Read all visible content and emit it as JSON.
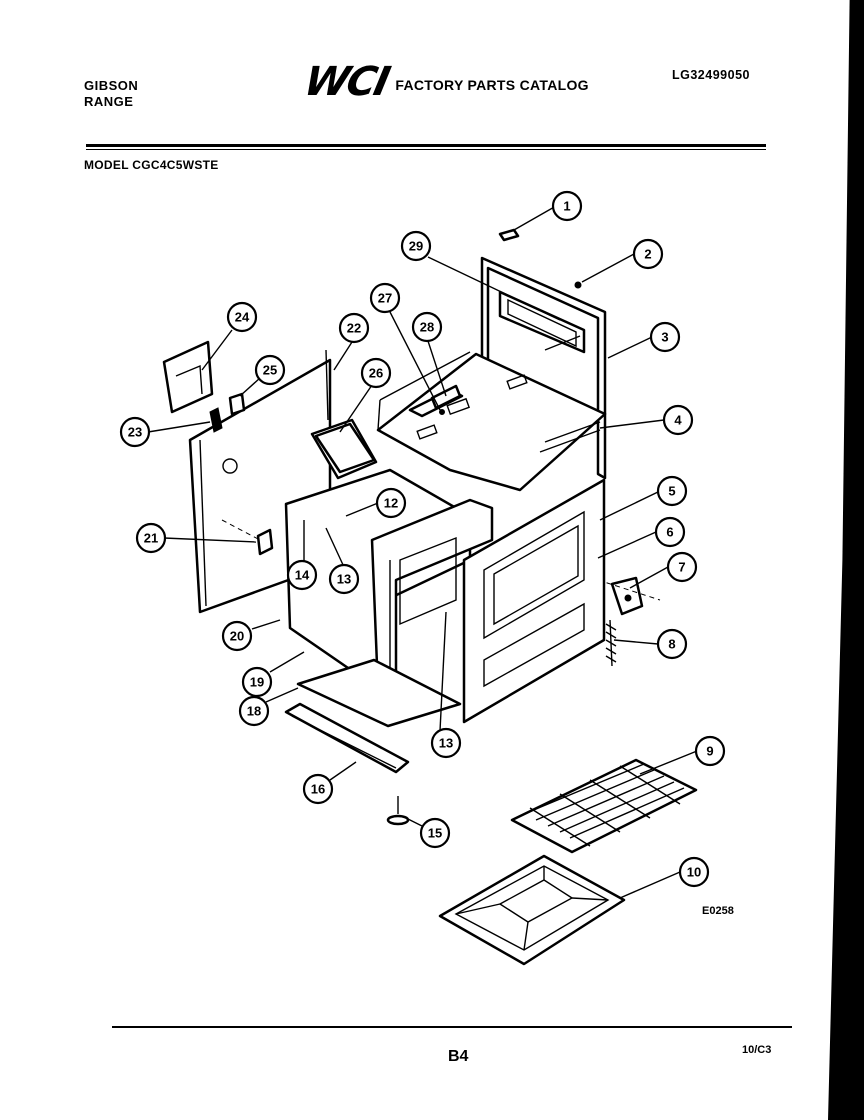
{
  "header": {
    "brand_line1": "GIBSON",
    "brand_line2": "RANGE",
    "logo": "WCI",
    "catalog_title": "FACTORY PARTS CATALOG",
    "catalog_number": "LG32499050"
  },
  "model_line": "MODEL CGC4C5WSTE",
  "figure_code": "E0258",
  "footer": {
    "page": "B4",
    "date_code": "10/C3"
  },
  "callouts": [
    "1",
    "2",
    "3",
    "4",
    "5",
    "6",
    "7",
    "8",
    "9",
    "10",
    "12",
    "13",
    "13",
    "14",
    "15",
    "16",
    "18",
    "19",
    "20",
    "21",
    "22",
    "23",
    "24",
    "25",
    "26",
    "27",
    "28",
    "29"
  ]
}
